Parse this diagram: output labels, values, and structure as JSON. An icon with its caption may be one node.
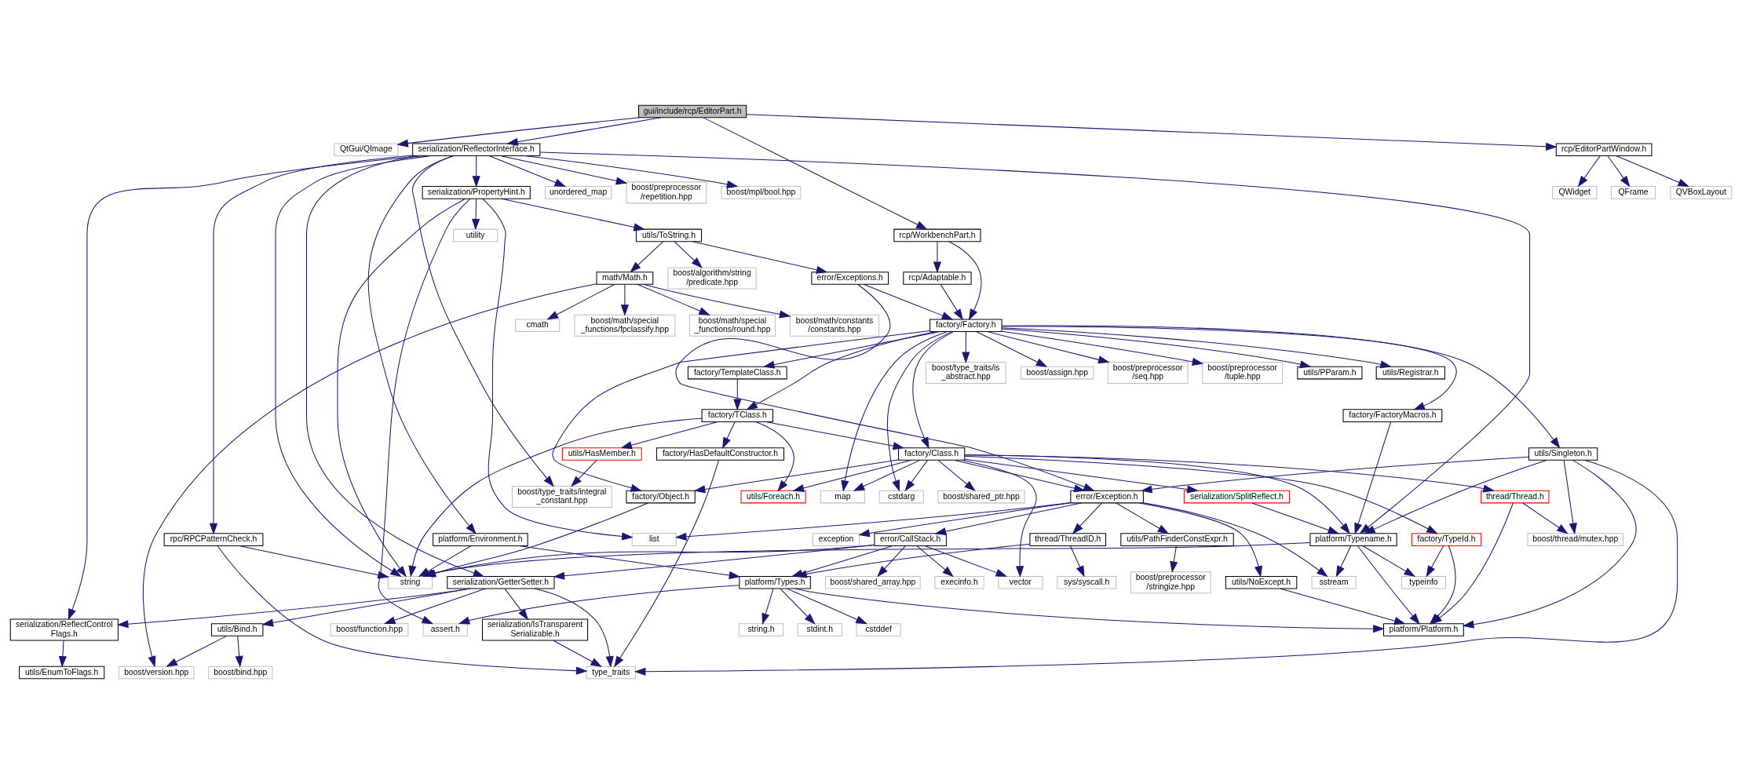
{
  "diagram": {
    "nodes": [
      {
        "text": [
          "gui/include/rcp/EditorPart.h"
        ]
      },
      {
        "text": [
          "QtGui/QImage"
        ]
      },
      {
        "text": [
          "serialization/ReflectorInterface.h"
        ]
      },
      {
        "text": [
          "rcp/EditorPartWindow.h"
        ]
      },
      {
        "text": [
          "QWidget"
        ]
      },
      {
        "text": [
          "QFrame"
        ]
      },
      {
        "text": [
          "QVBoxLayout"
        ]
      },
      {
        "text": [
          "unordered_map"
        ]
      },
      {
        "text": [
          "boost/preprocessor /repetition.hpp"
        ]
      },
      {
        "text": [
          "boost/mpl/bool.hpp"
        ]
      },
      {
        "text": [
          "serialization/PropertyHint.h"
        ]
      },
      {
        "text": [
          "utility"
        ]
      },
      {
        "text": [
          "utils/ToString.h"
        ]
      },
      {
        "text": [
          "rcp/WorkbenchPart.h"
        ]
      },
      {
        "text": [
          "math/Math.h"
        ]
      },
      {
        "text": [
          "boost/algorithm/string /predicate.hpp"
        ]
      },
      {
        "text": [
          "error/Exceptions.h"
        ]
      },
      {
        "text": [
          "rcp/Adaptable.h"
        ]
      },
      {
        "text": [
          "boost/math/special _functions/round.hpp"
        ]
      },
      {
        "text": [
          "boost/math/constants /constants.hpp"
        ]
      },
      {
        "text": [
          "cmath"
        ]
      },
      {
        "text": [
          "boost/math/special _functions/fpclassify.hpp"
        ]
      },
      {
        "text": [
          "factory/Factory.h"
        ]
      },
      {
        "text": [
          "factory/TemplateClass.h"
        ]
      },
      {
        "text": [
          "boost/type_traits/is _abstract.hpp"
        ]
      },
      {
        "text": [
          "boost/assign.hpp"
        ]
      },
      {
        "text": [
          "boost/preprocessor /seq.hpp"
        ]
      },
      {
        "text": [
          "boost/preprocessor /tuple.hpp"
        ]
      },
      {
        "text": [
          "utils/PParam.h"
        ]
      },
      {
        "text": [
          "utils/Registrar.h"
        ]
      },
      {
        "text": [
          "factory/TClass.h"
        ]
      },
      {
        "text": [
          "factory/FactoryMacros.h"
        ]
      },
      {
        "text": [
          "factory/HasDefaultConstructor.h"
        ]
      },
      {
        "text": [
          "utils/HasMember.h"
        ]
      },
      {
        "text": [
          "factory/Class.h"
        ]
      },
      {
        "text": [
          "utils/Singleton.h"
        ]
      },
      {
        "text": [
          "boost/type_traits/integral _constant.hpp"
        ]
      },
      {
        "text": [
          "factory/Object.h"
        ]
      },
      {
        "text": [
          "utils/Foreach.h"
        ]
      },
      {
        "text": [
          "map"
        ]
      },
      {
        "text": [
          "error/Exception.h"
        ]
      },
      {
        "text": [
          "boost/shared_ptr.hpp"
        ]
      },
      {
        "text": [
          "thread/Thread.h"
        ]
      },
      {
        "text": [
          "serialization/SplitReflect.h"
        ]
      },
      {
        "text": [
          "cstdarg"
        ]
      },
      {
        "text": [
          "rpc/RPCPatternCheck.h"
        ]
      },
      {
        "text": [
          "platform/Environment.h"
        ]
      },
      {
        "text": [
          "list"
        ]
      },
      {
        "text": [
          "error/CallStack.h"
        ]
      },
      {
        "text": [
          "exception"
        ]
      },
      {
        "text": [
          "thread/ThreadID.h"
        ]
      },
      {
        "text": [
          "utils/PathFinderConstExpr.h"
        ]
      },
      {
        "text": [
          "factory/TypeId.h"
        ]
      },
      {
        "text": [
          "boost/thread/mutex.hpp"
        ]
      },
      {
        "text": [
          "platform/Typename.h"
        ]
      },
      {
        "text": [
          "serialization/GetterSetter.h"
        ]
      },
      {
        "text": [
          "string"
        ]
      },
      {
        "text": [
          "execinfo.h"
        ]
      },
      {
        "text": [
          "platform/Types.h"
        ]
      },
      {
        "text": [
          "boost/shared_array.hpp"
        ]
      },
      {
        "text": [
          "sys/syscall.h"
        ]
      },
      {
        "text": [
          "utils/NoExcept.h"
        ]
      },
      {
        "text": [
          "boost/preprocessor /stringize.hpp"
        ]
      },
      {
        "text": [
          "vector"
        ]
      },
      {
        "text": [
          "sstream"
        ]
      },
      {
        "text": [
          "typeinfo"
        ]
      },
      {
        "text": [
          "serialization/ReflectControl Flags.h"
        ]
      },
      {
        "text": [
          "utils/Bind.h"
        ]
      },
      {
        "text": [
          "serialization/IsTransparent Serializable.h"
        ]
      },
      {
        "text": [
          "boost/function.hpp"
        ]
      },
      {
        "text": [
          "assert.h"
        ]
      },
      {
        "text": [
          "stdint.h"
        ]
      },
      {
        "text": [
          "cstddef"
        ]
      },
      {
        "text": [
          "string.h"
        ]
      },
      {
        "text": [
          "platform/Platform.h"
        ]
      },
      {
        "text": [
          "utils/EnumToFlags.h"
        ]
      },
      {
        "text": [
          "boost/version.hpp"
        ]
      },
      {
        "text": [
          "boost/bind.hpp"
        ]
      },
      {
        "text": [
          "type_traits"
        ]
      }
    ],
    "edges": [
      {
        "from": 0,
        "to": 1,
        "arrow": "to"
      },
      {
        "from": 0,
        "to": 2,
        "arrow": "to"
      },
      {
        "from": 0,
        "to": 3,
        "arrow": "to"
      },
      {
        "from": 0,
        "to": 13,
        "arrow": "to"
      },
      {
        "from": 3,
        "to": 4,
        "arrow": "to"
      },
      {
        "from": 3,
        "to": 5,
        "arrow": "to"
      },
      {
        "from": 3,
        "to": 6,
        "arrow": "to"
      },
      {
        "from": 2,
        "to": 10,
        "arrow": "to"
      },
      {
        "from": 2,
        "to": 7,
        "arrow": "to"
      },
      {
        "from": 2,
        "to": 8,
        "arrow": "to"
      },
      {
        "from": 2,
        "to": 9,
        "arrow": "to"
      },
      {
        "from": 2,
        "to": 66,
        "arrow": "to"
      },
      {
        "from": 2,
        "to": 55,
        "arrow": "to"
      },
      {
        "from": 2,
        "to": 45,
        "arrow": "to"
      },
      {
        "from": 2,
        "to": 56,
        "arrow": "to"
      },
      {
        "from": 2,
        "to": 36,
        "arrow": "to"
      },
      {
        "from": 2,
        "to": 46,
        "arrow": "to"
      },
      {
        "from": 2,
        "to": 54,
        "arrow": "to"
      },
      {
        "from": 10,
        "to": 11,
        "arrow": "to"
      },
      {
        "from": 10,
        "to": 12,
        "arrow": "to"
      },
      {
        "from": 10,
        "to": 56,
        "arrow": "to"
      },
      {
        "from": 10,
        "to": 47,
        "arrow": "to"
      },
      {
        "from": 10,
        "to": 70,
        "arrow": "to"
      },
      {
        "from": 12,
        "to": 14,
        "arrow": "to"
      },
      {
        "from": 12,
        "to": 15,
        "arrow": "to"
      },
      {
        "from": 12,
        "to": 16,
        "arrow": "to"
      },
      {
        "from": 14,
        "to": 18,
        "arrow": "to"
      },
      {
        "from": 14,
        "to": 19,
        "arrow": "to"
      },
      {
        "from": 14,
        "to": 20,
        "arrow": "to"
      },
      {
        "from": 14,
        "to": 21,
        "arrow": "to"
      },
      {
        "from": 14,
        "to": 76,
        "arrow": "to"
      },
      {
        "from": 16,
        "to": 22,
        "arrow": "to"
      },
      {
        "from": 16,
        "to": 40,
        "arrow": "to"
      },
      {
        "from": 13,
        "to": 17,
        "arrow": "to"
      },
      {
        "from": 13,
        "to": 22,
        "arrow": "to"
      },
      {
        "from": 17,
        "to": 22,
        "arrow": "to"
      },
      {
        "from": 22,
        "to": 23,
        "arrow": "to"
      },
      {
        "from": 22,
        "to": 30,
        "arrow": "to"
      },
      {
        "from": 22,
        "to": 24,
        "arrow": "to"
      },
      {
        "from": 22,
        "to": 25,
        "arrow": "to"
      },
      {
        "from": 22,
        "to": 26,
        "arrow": "to"
      },
      {
        "from": 22,
        "to": 27,
        "arrow": "to"
      },
      {
        "from": 22,
        "to": 28,
        "arrow": "to"
      },
      {
        "from": 22,
        "to": 29,
        "arrow": "to"
      },
      {
        "from": 22,
        "to": 31,
        "arrow": "to"
      },
      {
        "from": 22,
        "to": 35,
        "arrow": "to"
      },
      {
        "from": 22,
        "to": 34,
        "arrow": "to"
      },
      {
        "from": 22,
        "to": 37,
        "arrow": "to"
      },
      {
        "from": 22,
        "to": 39,
        "arrow": "to"
      },
      {
        "from": 22,
        "to": 44,
        "arrow": "to"
      },
      {
        "from": 23,
        "to": 30,
        "arrow": "to"
      },
      {
        "from": 30,
        "to": 32,
        "arrow": "to"
      },
      {
        "from": 30,
        "to": 33,
        "arrow": "to"
      },
      {
        "from": 30,
        "to": 38,
        "arrow": "to"
      },
      {
        "from": 30,
        "to": 34,
        "arrow": "to"
      },
      {
        "from": 30,
        "to": 56,
        "arrow": "to"
      },
      {
        "from": 33,
        "to": 36,
        "arrow": "to"
      },
      {
        "from": 34,
        "to": 37,
        "arrow": "to"
      },
      {
        "from": 34,
        "to": 38,
        "arrow": "to"
      },
      {
        "from": 34,
        "to": 39,
        "arrow": "to"
      },
      {
        "from": 34,
        "to": 40,
        "arrow": "to"
      },
      {
        "from": 34,
        "to": 41,
        "arrow": "to"
      },
      {
        "from": 34,
        "to": 42,
        "arrow": "to"
      },
      {
        "from": 34,
        "to": 43,
        "arrow": "to"
      },
      {
        "from": 34,
        "to": 44,
        "arrow": "to"
      },
      {
        "from": 34,
        "to": 52,
        "arrow": "to"
      },
      {
        "from": 34,
        "to": 54,
        "arrow": "to"
      },
      {
        "from": 34,
        "to": 63,
        "arrow": "to"
      },
      {
        "from": 35,
        "to": 40,
        "arrow": "to"
      },
      {
        "from": 35,
        "to": 53,
        "arrow": "to"
      },
      {
        "from": 35,
        "to": 54,
        "arrow": "to"
      },
      {
        "from": 35,
        "to": 74,
        "arrow": "to"
      },
      {
        "from": 35,
        "to": 78,
        "arrow": "to"
      },
      {
        "from": 31,
        "to": 54,
        "arrow": "to"
      },
      {
        "from": 37,
        "to": 56,
        "arrow": "to"
      },
      {
        "from": 40,
        "to": 47,
        "arrow": "to"
      },
      {
        "from": 40,
        "to": 48,
        "arrow": "to"
      },
      {
        "from": 40,
        "to": 49,
        "arrow": "to"
      },
      {
        "from": 40,
        "to": 50,
        "arrow": "to"
      },
      {
        "from": 40,
        "to": 51,
        "arrow": "to"
      },
      {
        "from": 40,
        "to": 61,
        "arrow": "to"
      },
      {
        "from": 40,
        "to": 64,
        "arrow": "to"
      },
      {
        "from": 48,
        "to": 55,
        "arrow": "to"
      },
      {
        "from": 48,
        "to": 56,
        "arrow": "to"
      },
      {
        "from": 48,
        "to": 57,
        "arrow": "to"
      },
      {
        "from": 48,
        "to": 58,
        "arrow": "to"
      },
      {
        "from": 48,
        "to": 59,
        "arrow": "to"
      },
      {
        "from": 48,
        "to": 63,
        "arrow": "to"
      },
      {
        "from": 50,
        "to": 58,
        "arrow": "to"
      },
      {
        "from": 50,
        "to": 60,
        "arrow": "to"
      },
      {
        "from": 51,
        "to": 62,
        "arrow": "to"
      },
      {
        "from": 61,
        "to": 74,
        "arrow": "to"
      },
      {
        "from": 42,
        "to": 74,
        "arrow": "to"
      },
      {
        "from": 42,
        "to": 53,
        "arrow": "to"
      },
      {
        "from": 43,
        "to": 54,
        "arrow": "to"
      },
      {
        "from": 52,
        "to": 74,
        "arrow": "to"
      },
      {
        "from": 52,
        "to": 65,
        "arrow": "to"
      },
      {
        "from": 54,
        "to": 56,
        "arrow": "to"
      },
      {
        "from": 54,
        "to": 64,
        "arrow": "to"
      },
      {
        "from": 54,
        "to": 65,
        "arrow": "to"
      },
      {
        "from": 54,
        "to": 74,
        "arrow": "to"
      },
      {
        "from": 58,
        "to": 70,
        "arrow": "to"
      },
      {
        "from": 58,
        "to": 71,
        "arrow": "to"
      },
      {
        "from": 58,
        "to": 72,
        "arrow": "to"
      },
      {
        "from": 58,
        "to": 73,
        "arrow": "to"
      },
      {
        "from": 58,
        "to": 74,
        "arrow": "to"
      },
      {
        "from": 45,
        "to": 56,
        "arrow": "to"
      },
      {
        "from": 45,
        "to": 78,
        "arrow": "to"
      },
      {
        "from": 46,
        "to": 56,
        "arrow": "to"
      },
      {
        "from": 46,
        "to": 58,
        "arrow": "to"
      },
      {
        "from": 32,
        "to": 78,
        "arrow": "to"
      },
      {
        "from": 55,
        "to": 66,
        "arrow": "to"
      },
      {
        "from": 55,
        "to": 67,
        "arrow": "to"
      },
      {
        "from": 55,
        "to": 68,
        "arrow": "to"
      },
      {
        "from": 55,
        "to": 69,
        "arrow": "to"
      },
      {
        "from": 55,
        "to": 78,
        "arrow": "to"
      },
      {
        "from": 66,
        "to": 75,
        "arrow": "to"
      },
      {
        "from": 67,
        "to": 76,
        "arrow": "to"
      },
      {
        "from": 67,
        "to": 77,
        "arrow": "to"
      },
      {
        "from": 68,
        "to": 78,
        "arrow": "to"
      }
    ]
  }
}
